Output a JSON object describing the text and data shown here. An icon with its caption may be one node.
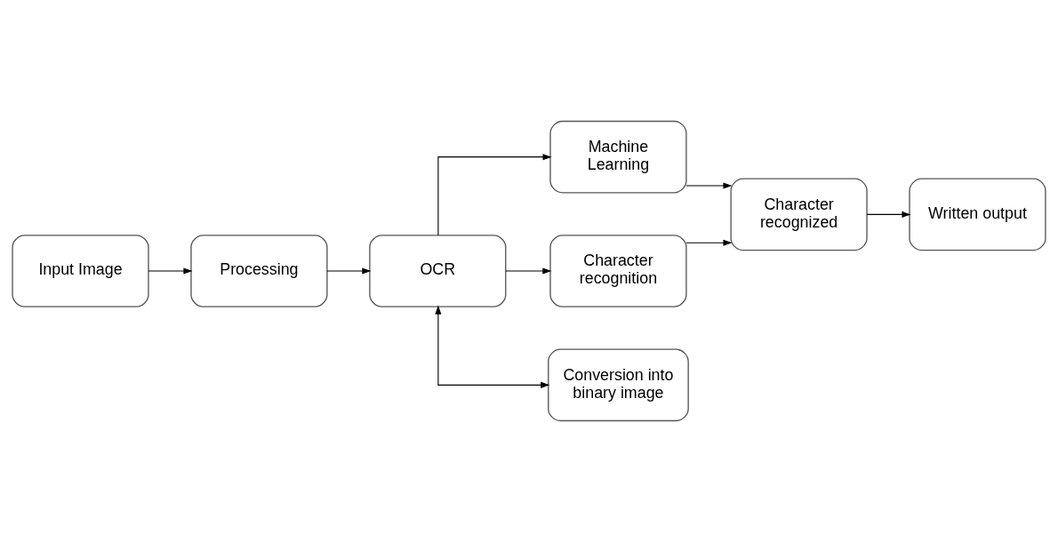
{
  "diagram": {
    "nodes": [
      {
        "text": [
          "Input Image"
        ]
      },
      {
        "text": [
          "Processing"
        ]
      },
      {
        "text": [
          "OCR"
        ]
      },
      {
        "text": [
          "Machine Learning"
        ]
      },
      {
        "text": [
          "Character recognition"
        ]
      },
      {
        "text": [
          "Conversion into binary image"
        ]
      },
      {
        "text": [
          "Character recognized"
        ]
      },
      {
        "text": [
          "Written output"
        ]
      }
    ],
    "edges": [
      {
        "from": 0,
        "to": 1,
        "arrow": "to"
      },
      {
        "from": 1,
        "to": 2,
        "arrow": "to"
      },
      {
        "from": 2,
        "to": 3,
        "arrow": "to"
      },
      {
        "from": 2,
        "to": 4,
        "arrow": "to"
      },
      {
        "from": 2,
        "to": 5,
        "arrow": "both"
      },
      {
        "from": 3,
        "to": 6,
        "arrow": "to"
      },
      {
        "from": 4,
        "to": 6,
        "arrow": "to"
      },
      {
        "from": 6,
        "to": 7,
        "arrow": "to"
      }
    ]
  }
}
